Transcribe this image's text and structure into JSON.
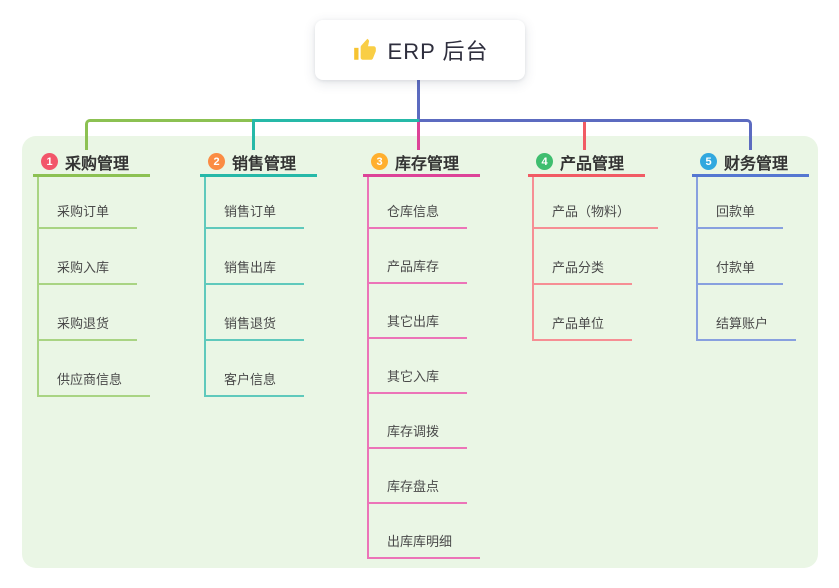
{
  "root": {
    "label": "ERP 后台",
    "icon": "thumbs-up"
  },
  "connector_colors": {
    "trunk": "#5C6BC0"
  },
  "branches": [
    {
      "index": "1",
      "label": "采购管理",
      "badge_color": "#F2566A",
      "line_color": "#8CC152",
      "line_light": "#A9D483",
      "children": [
        "采购订单",
        "采购入库",
        "采购退货",
        "供应商信息"
      ]
    },
    {
      "index": "2",
      "label": "销售管理",
      "badge_color": "#FB8C44",
      "line_color": "#26B9A8",
      "line_light": "#5FC9BC",
      "children": [
        "销售订单",
        "销售出库",
        "销售退货",
        "客户信息"
      ]
    },
    {
      "index": "3",
      "label": "库存管理",
      "badge_color": "#FFAF2E",
      "line_color": "#DD4398",
      "line_light": "#EC74B8",
      "children": [
        "仓库信息",
        "产品库存",
        "其它出库",
        "其它入库",
        "库存调拨",
        "库存盘点",
        "出库库明细"
      ]
    },
    {
      "index": "4",
      "label": "产品管理",
      "badge_color": "#3FBE6F",
      "line_color": "#F15B64",
      "line_light": "#F68E94",
      "children": [
        "产品（物料）",
        "产品分类",
        "产品单位"
      ]
    },
    {
      "index": "5",
      "label": "财务管理",
      "badge_color": "#31A8DF",
      "line_color": "#5577D1",
      "line_light": "#88A0DF",
      "children": [
        "回款单",
        "付款单",
        "结算账户"
      ]
    }
  ]
}
